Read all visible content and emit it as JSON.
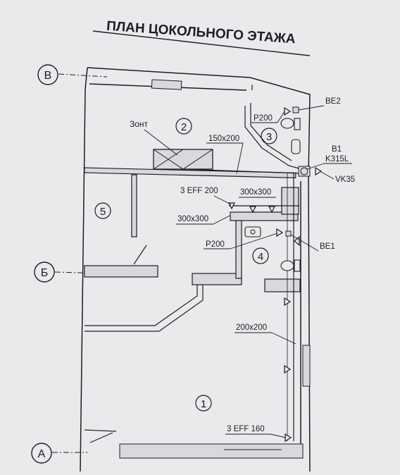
{
  "plan": {
    "title": "ПЛАН ЦОКОЛЬНОГО ЭТАЖА",
    "axes": {
      "top": "В",
      "middle": "Б",
      "bottom": "А"
    },
    "rooms": {
      "r1": "1",
      "r2": "2",
      "r3": "3",
      "r4": "4",
      "r5": "5"
    },
    "labels": {
      "hood": "Зонт",
      "duct_150x200": "150x200",
      "p200_top": "P200",
      "be2": "BE2",
      "b1": "B1",
      "k315l": "K315L",
      "vk35": "VK35",
      "eff200": "3 EFF 200",
      "duct_300x300_a": "300x300",
      "duct_300x300_b": "300x300",
      "p200_mid": "P200",
      "be1": "BE1",
      "duct_200x200": "200x200",
      "eff160": "3 EFF 160"
    },
    "colors": {
      "paper": "#e9eaec",
      "ink": "#1e1e22",
      "wall_fill": "#d8d9dc"
    }
  }
}
